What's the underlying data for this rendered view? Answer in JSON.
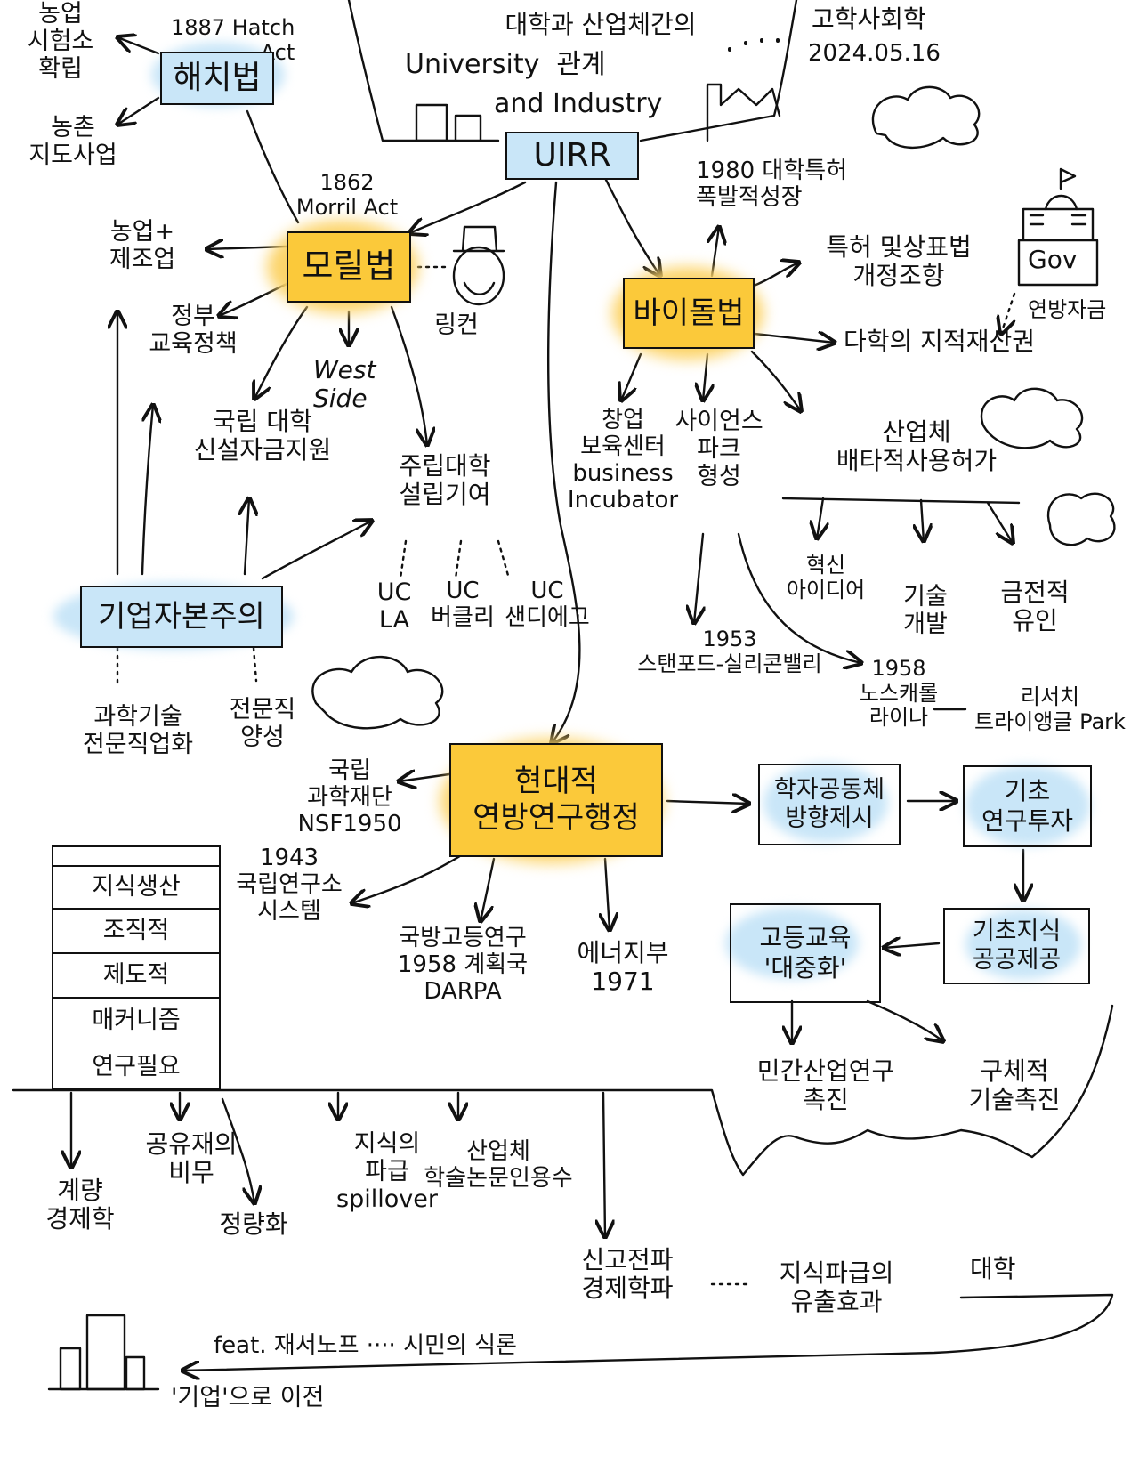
{
  "header": {
    "topic_ko": "대학과 산업체간의",
    "topic_en_1": "University  관계",
    "topic_en_2": "and Industry",
    "event": "고학사회학",
    "date": "2024.05.16",
    "hub": "UIRR",
    "gov_sign": "Gov"
  },
  "hatch": {
    "title": "1887 Hatch\nAct",
    "box": "해치법",
    "out_1": "농업\n시험소\n확립",
    "out_2": "농촌\n지도사업"
  },
  "morrill": {
    "title": "1862\nMorril Act",
    "box": "모릴법",
    "lincoln": "링컨",
    "out_1": "농업+\n제조업",
    "out_2": "정부\n교육정책",
    "out_3": "국립 대학\n신설자금지원",
    "west_side": "West\nSide",
    "out_4": "주립대학\n설립기여",
    "uc_la": "UC\nLA",
    "uc_berkeley": "UC\n버클리",
    "uc_sd": "UC\n샌디에고"
  },
  "capitalism": {
    "box": "기업자본주의",
    "out_1": "과학기술\n전문직업화",
    "out_2": "전문직\n양성"
  },
  "bayh_dole": {
    "box": "바이돌법",
    "year_note": "1980 대학특허\n폭발적성장",
    "out_patent": "특허 및상표법\n개정조항",
    "out_ip": "다학의 지적재산권",
    "federal": "연방자금",
    "out_startup": "창업\n보육센터\nbusiness\nIncubator",
    "out_park": "사이언스\n파크\n형성",
    "out_exclusive": "산업체\n배타적사용허가",
    "sub_1": "혁신\n아이디어",
    "sub_2": "기술\n개발",
    "sub_3": "금전적\n유인",
    "park_1953": "1953\n스탠포드-실리콘밸리",
    "park_1958": "1958\n노스캐롤\n라이나",
    "park_rtp": "리서치\n트라이앵글 Park"
  },
  "modern": {
    "box": "현대적\n연방연구행정",
    "nsf": "국립\n과학재단\nNSF1950",
    "labs": "1943\n국립연구소\n시스템",
    "darpa": "국방고등연구\n1958 계획국\nDARPA",
    "energy": "에너지부\n1971",
    "community": "학자공동체\n방향제시",
    "basic_invest": "기초\n연구투자",
    "basic_know": "기초지식\n공공제공",
    "higher_ed": "고등교육\n'대중화'",
    "civil": "민간산업연구\n촉진",
    "specific": "구체적\n기술촉진"
  },
  "stack": {
    "rows": [
      "지식생산",
      "조직적",
      "제도적",
      "매커니즘",
      "연구필요"
    ]
  },
  "bottom": {
    "econ": "계량\n경제학",
    "public_good": "공유재의\n비무",
    "quant": "정량화",
    "spill": "지식의\n파급\nspillover",
    "papers": "산업체\n학술논문인용수",
    "neo": "신고전파\n경제학파",
    "effect": "지식파급의\n유출효과",
    "univ": "대학",
    "feat": "feat. 재서노프 ···· 시민의 식론",
    "firm": "'기업'으로 이전"
  }
}
